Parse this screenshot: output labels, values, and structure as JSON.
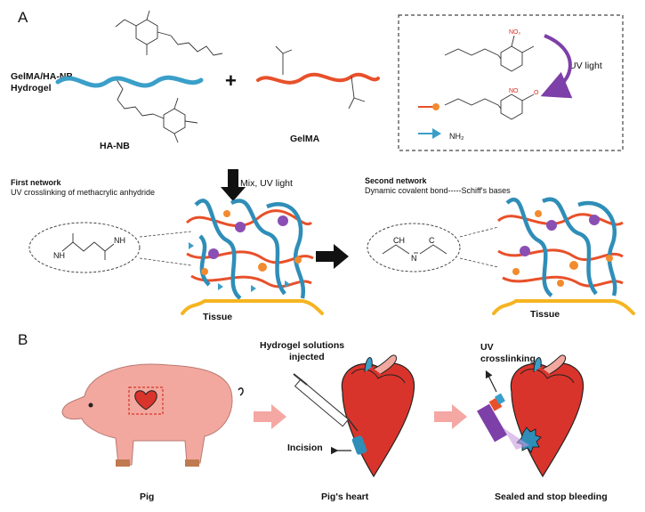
{
  "panelA": {
    "label": "A",
    "hydrogel_label_1": "GelMA/HA-NB",
    "hydrogel_label_2": "Hydrogel",
    "hanb_label": "HA-NB",
    "gelma_label": "GelMA",
    "plus": "+",
    "legend_box": {
      "uv_label": "UV light",
      "nh2_label": "NH₂"
    },
    "step_label": "Mix, UV light",
    "first_network_title": "First network",
    "first_network_desc": "UV crosslinking of methacrylic anhydride",
    "second_network_title": "Second network",
    "second_network_desc": "Dynamic covalent bond-----Schiff's bases",
    "tissue_left": "Tissue",
    "tissue_right": "Tissue",
    "zoom_left_nh1": "NH",
    "zoom_left_nh2": "NH",
    "zoom_right_ch": "CH",
    "zoom_right_c": "C",
    "zoom_right_n": "N"
  },
  "panelB": {
    "label": "B",
    "injected_label_1": "Hydrogel solutions",
    "injected_label_2": "injected",
    "incision_label": "Incision",
    "uv_label_1": "UV",
    "uv_label_2": "crosslinking",
    "caption_pig": "Pig",
    "caption_heart": "Pig's heart",
    "caption_sealed": "Sealed and stop bleeding"
  },
  "colors": {
    "ha_chain": "#3a9fc9",
    "gelma_chain": "#e8502a",
    "tissue": "#f5b521",
    "crosslink_node": "#8a4fb3",
    "uv_arrow": "#7d3fa8",
    "pig_body": "#f2a89f",
    "heart_red": "#d9342b",
    "pink_arrow": "#f4a7a3",
    "nb_red": "#d92a1c"
  }
}
